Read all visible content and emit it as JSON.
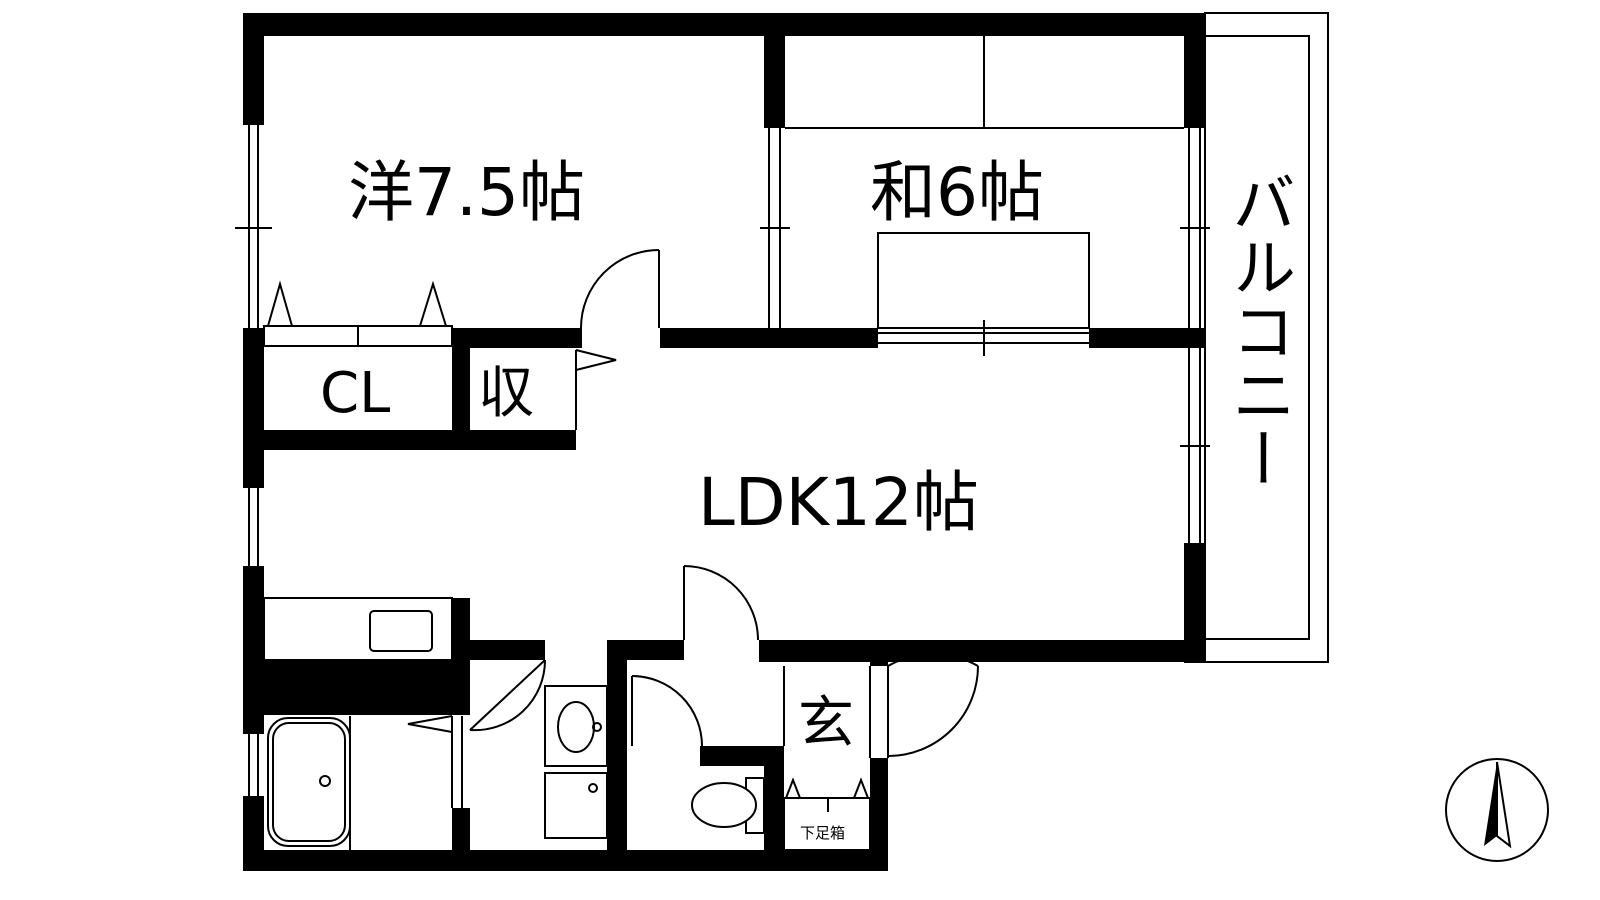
{
  "rooms": {
    "western": "洋7.5帖",
    "japanese": "和6帖",
    "ldk": "LDK12帖",
    "closet": "CL",
    "storage": "収",
    "entrance": "玄",
    "shoe_box": "下足箱",
    "balcony": "バルコニー"
  },
  "compass": {
    "direction": "N",
    "rotation_deg": 0
  },
  "colors": {
    "wall": "#000000",
    "background": "#ffffff"
  }
}
